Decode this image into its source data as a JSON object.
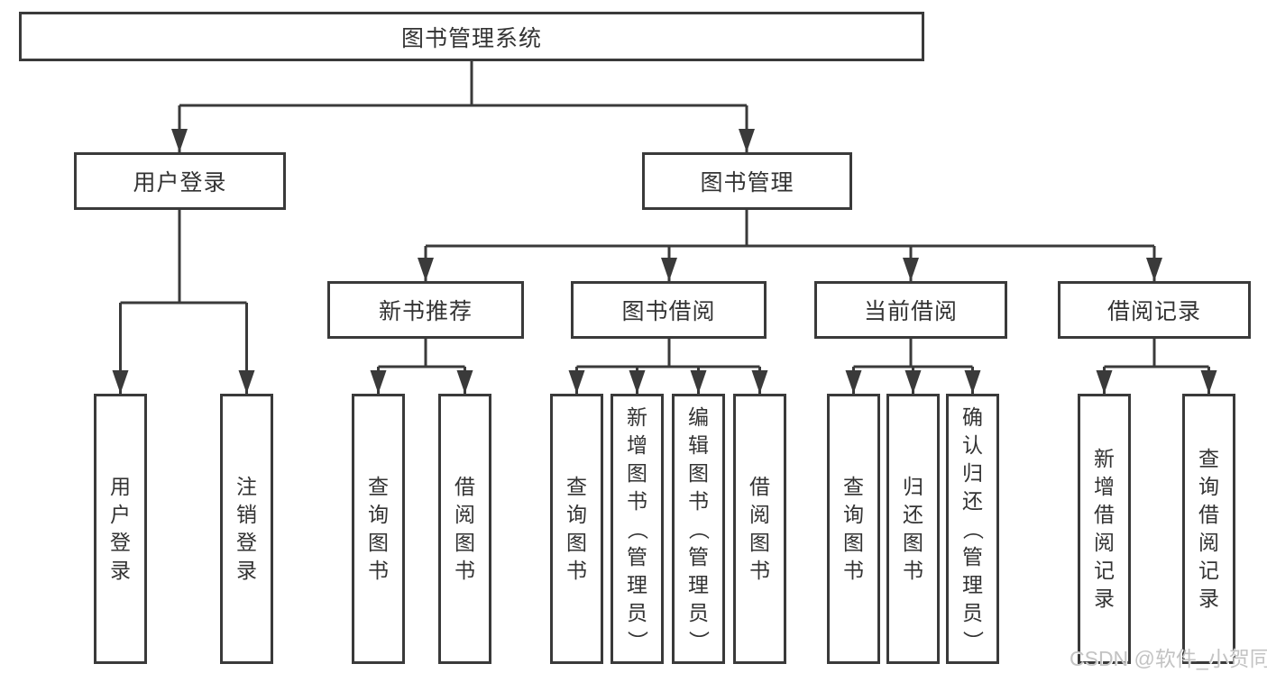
{
  "colors": {
    "line": "#3a3a3a",
    "text": "#333333",
    "watermark": "#c3c3c3",
    "background": "#ffffff"
  },
  "watermark": {
    "text": "CSDN @软件_小贺同学"
  },
  "diagram": {
    "root": {
      "label": "图书管理系统"
    },
    "level2": [
      {
        "label": "用户登录",
        "children": [
          {
            "label": "用户登录"
          },
          {
            "label": "注销登录"
          }
        ]
      },
      {
        "label": "图书管理",
        "children": [
          {
            "label": "新书推荐",
            "children": [
              {
                "label": "查询图书"
              },
              {
                "label": "借阅图书"
              }
            ]
          },
          {
            "label": "图书借阅",
            "children": [
              {
                "label": "查询图书"
              },
              {
                "label": "新增图书（管理员）"
              },
              {
                "label": "编辑图书（管理员）"
              },
              {
                "label": "借阅图书"
              }
            ]
          },
          {
            "label": "当前借阅",
            "children": [
              {
                "label": "查询图书"
              },
              {
                "label": "归还图书"
              },
              {
                "label": "确认归还（管理员）"
              }
            ]
          },
          {
            "label": "借阅记录",
            "children": [
              {
                "label": "新增借阅记录"
              },
              {
                "label": "查询借阅记录"
              }
            ]
          }
        ]
      }
    ]
  }
}
